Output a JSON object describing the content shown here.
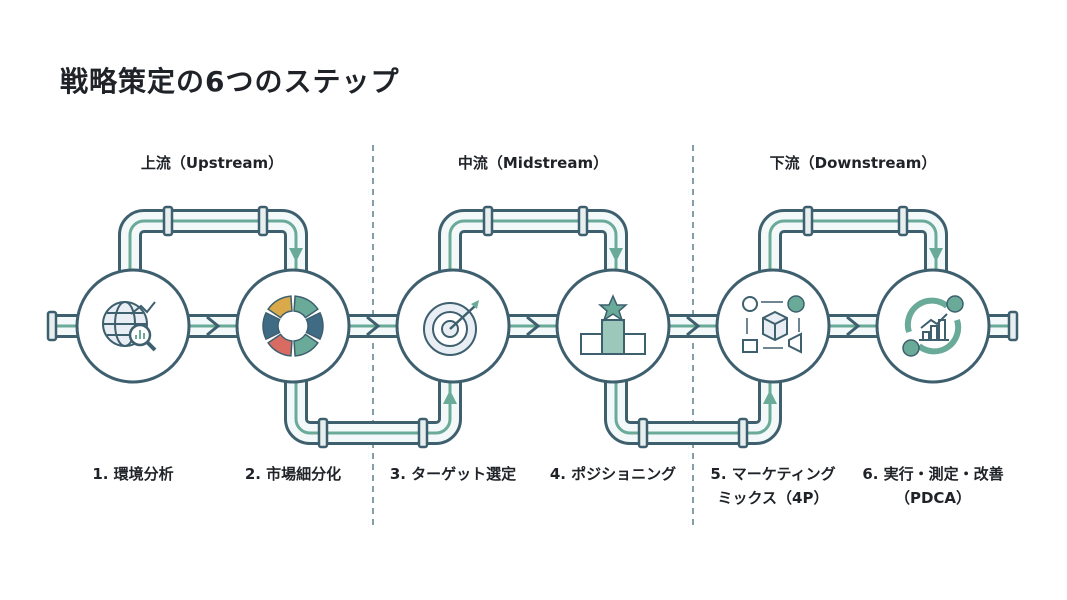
{
  "title": "戦略策定の6つのステップ",
  "sections": [
    {
      "label": "上流（Upstream）"
    },
    {
      "label": "中流（Midstream）"
    },
    {
      "label": "下流（Downstream）"
    }
  ],
  "steps": [
    {
      "line1": "1. 環境分析",
      "line2": "",
      "icon": "globe-analysis-icon"
    },
    {
      "line1": "2. 市場細分化",
      "line2": "",
      "icon": "segment-donut-icon"
    },
    {
      "line1": "3. ターゲット選定",
      "line2": "",
      "icon": "target-icon"
    },
    {
      "line1": "4. ポジショニング",
      "line2": "",
      "icon": "podium-icon"
    },
    {
      "line1": "5. マーケティング",
      "line2": "ミックス（4P）",
      "icon": "marketing-mix-icon"
    },
    {
      "line1": "6. 実行・測定・改善",
      "line2": "（PDCA）",
      "icon": "pdca-cycle-icon"
    }
  ],
  "colors": {
    "pipe": "#3d5f6e",
    "accent": "#6aaa98",
    "blue": "#3f6b85",
    "yellow": "#d9a94a",
    "red": "#d96b63"
  }
}
